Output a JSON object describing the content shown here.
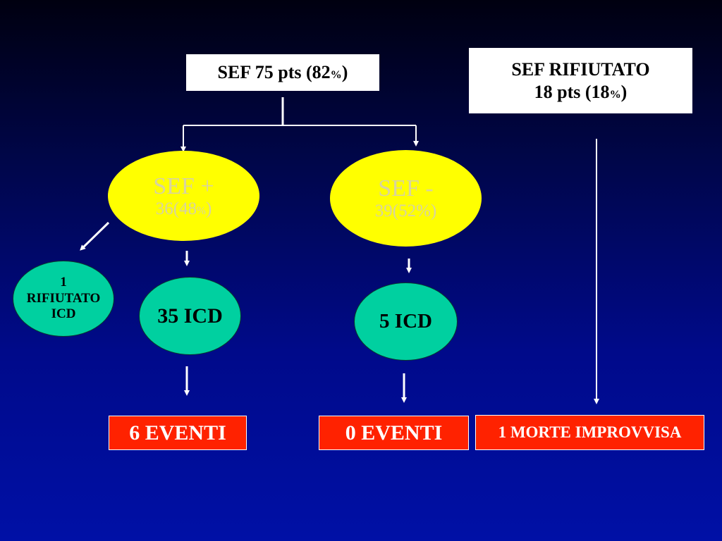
{
  "nodes": {
    "sef_total": {
      "text": "SEF 75 pts (82",
      "pct": "%",
      "close": ")"
    },
    "sef_refused": {
      "line1": "SEF RIFIUTATO",
      "line2": "18 pts (18",
      "pct": "%",
      "close": ")"
    },
    "sef_plus": {
      "title": "SEF +",
      "count": "36(48",
      "pct": "%",
      "close": ")"
    },
    "sef_minus": {
      "title": "SEF -",
      "count": "39(52%)"
    },
    "refused_icd": {
      "line1": "1",
      "line2": "RIFIUTATO",
      "line3": "ICD"
    },
    "icd_35": {
      "text": "35 ICD"
    },
    "icd_5": {
      "text": "5 ICD"
    },
    "events_6": {
      "text": "6 EVENTI"
    },
    "events_0": {
      "text": "0 EVENTI"
    },
    "sudden_death": {
      "text": "1 MORTE IMPROVVISA"
    }
  },
  "colors": {
    "background_top": "#000010",
    "background_bottom": "#0010a6",
    "box_fill": "#ffffff",
    "ellipse_yellow": "#ffff00",
    "ellipse_green": "#00d0a0",
    "event_red": "#ff2200",
    "connector": "#ffffff"
  }
}
